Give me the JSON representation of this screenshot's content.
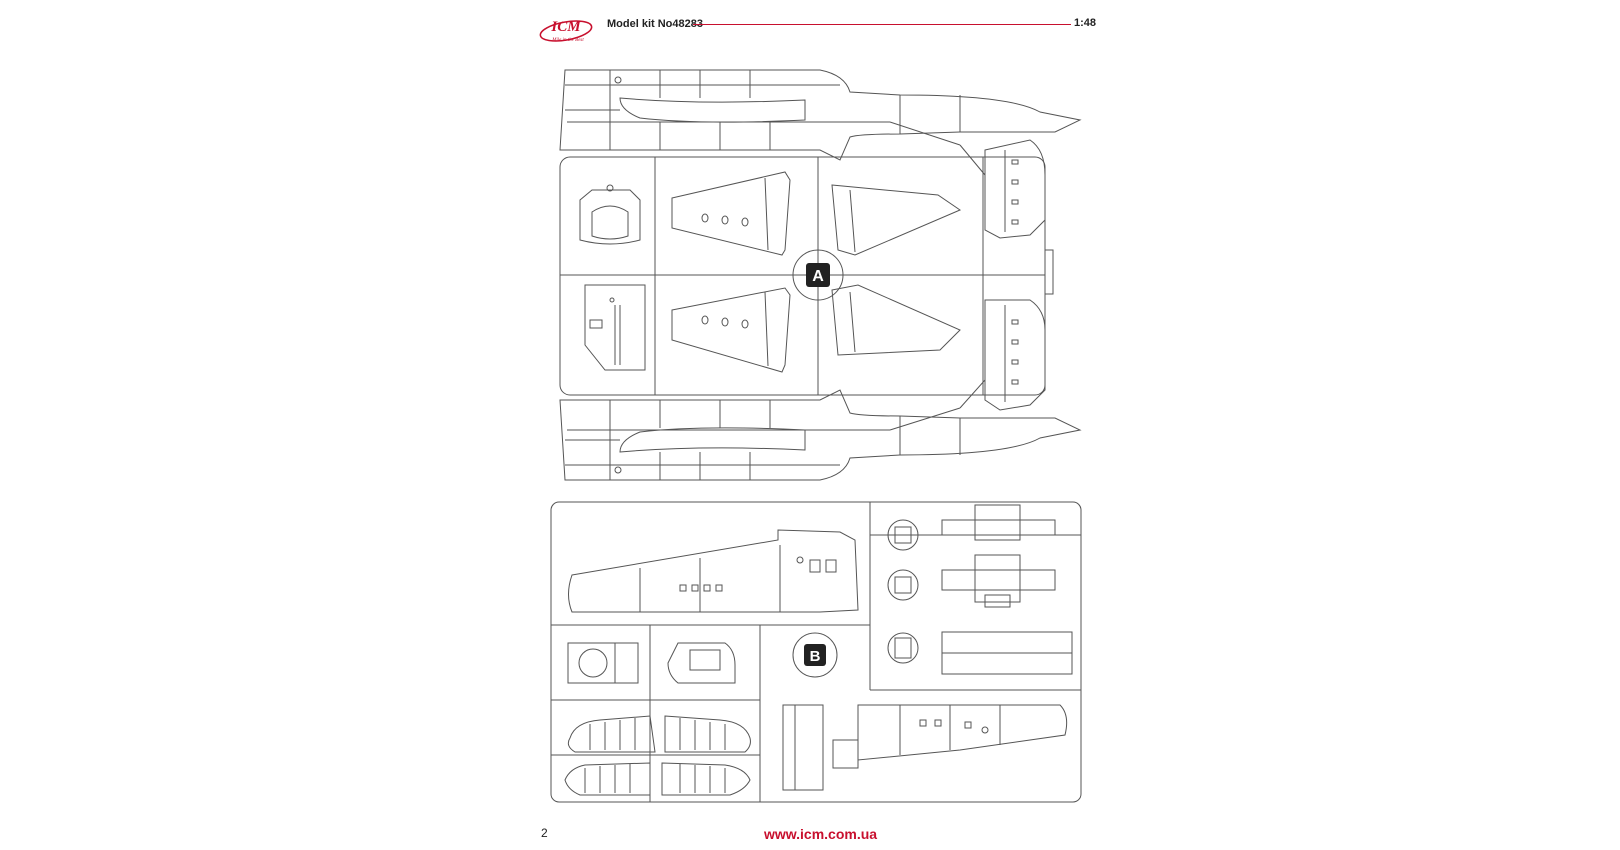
{
  "header": {
    "logo_text": "ICM",
    "logo_tagline": "Mile in the Best",
    "kit_label": "Model kit No48283",
    "scale": "1:48"
  },
  "sprues": [
    {
      "label": "A"
    },
    {
      "label": "B"
    }
  ],
  "footer": {
    "page_number": "2",
    "website": "www.icm.com.ua"
  },
  "colors": {
    "brand_red": "#c8102e",
    "line": "#555555"
  }
}
